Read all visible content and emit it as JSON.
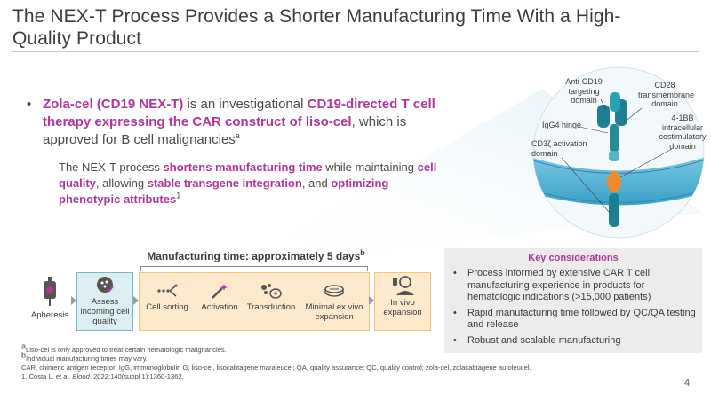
{
  "title": "The NEX-T Process Provides a Shorter Manufacturing Time With a High-Quality Product",
  "bullet1": {
    "part1": "Zola-cel (CD19 NEX-T)",
    "part2": " is an investigational ",
    "part3": "CD19-directed T cell therapy expressing the CAR construct of liso-cel",
    "part4": ", which is approved for B cell malignancies",
    "sup": "a"
  },
  "bullet2": {
    "part1": "The NEX-T process ",
    "part2": "shortens manufacturing time",
    "part3": " while maintaining ",
    "part4": "cell quality",
    "part5": ", allowing ",
    "part6": "stable transgene integration",
    "part7": ", and ",
    "part8": "optimizing phenotypic attributes",
    "sup": "1"
  },
  "manufacturing": {
    "label": "Manufacturing time: approximately 5 days",
    "sup": "b",
    "steps": [
      {
        "label": "Apheresis"
      },
      {
        "label": "Assess incoming cell quality"
      },
      {
        "label": "Cell sorting"
      },
      {
        "label": "Activation"
      },
      {
        "label": "Transduction"
      },
      {
        "label": "Minimal ex vivo expansion"
      },
      {
        "label": "In vivo expansion"
      }
    ]
  },
  "diagram_labels": {
    "anti_cd19": "Anti-CD19 targeting domain",
    "cd28": "CD28 transmembrane domain",
    "igg4": "IgG4 hinge",
    "bb": "4-1BB intracellular costimulatory domain",
    "cd3z": "CD3ζ activation domain"
  },
  "key_considerations": {
    "title": "Key considerations",
    "items": [
      "Process informed by extensive CAR T cell manufacturing experience in products for hematologic indications (>15,000 patients)",
      "Rapid manufacturing time followed by QC/QA testing and release",
      "Robust and scalable manufacturing"
    ]
  },
  "footnotes": {
    "a_sup": "a",
    "a": "Liso-cel is only approved to treat certain hematologic malignancies.",
    "b_sup": "b",
    "b": "Individual manufacturing times may vary.",
    "abbr": "CAR, chimeric antigen receptor; IgG, immunoglobulin G; liso-cel, lisocabtagene maraleucel; QA, quality assurance; QC, quality control; zola-cel, zolacabtagene autoleucel.",
    "ref_pre": "1. Costa L, et al. ",
    "ref_journal": "Blood",
    "ref_post": ". 2022;140(suppl 1):1360-1362."
  },
  "page_number": "4",
  "colors": {
    "accent_magenta": "#b0369a",
    "assess_fill": "#ddeef2",
    "mfg_fill": "#fde9cc",
    "membrane": "#3aa7cf",
    "receptor_teal": "#2a8a9a",
    "receptor_orange": "#f08a2a"
  }
}
